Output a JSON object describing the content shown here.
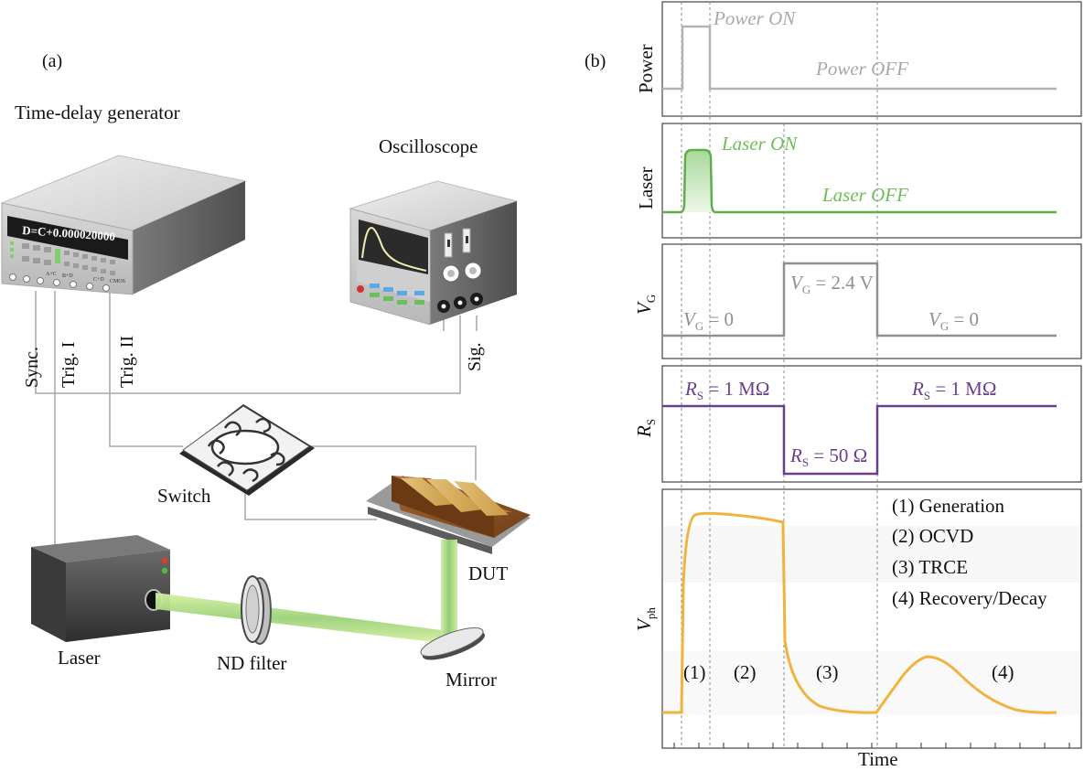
{
  "panel_a": {
    "label": "(a)",
    "tdg": {
      "title": "Time-delay generator",
      "display": "D=C+0.000020000",
      "small_labels": [
        "A+C",
        "B+D",
        "C+D",
        "CMOS"
      ]
    },
    "osc_title": "Oscilloscope",
    "ports": {
      "sync": "Sync.",
      "trig1": "Trig. I",
      "trig2": "Trig. II",
      "sig": "Sig."
    },
    "components": {
      "switch": "Switch",
      "dut": "DUT",
      "laser": "Laser",
      "nd_filter": "ND filter",
      "mirror": "Mirror"
    }
  },
  "panel_b": {
    "label": "(b)",
    "power": {
      "ylabel": "Power",
      "on": "Power ON",
      "off": "Power OFF",
      "color": "#b3b3b3"
    },
    "laser": {
      "ylabel": "Laser",
      "on": "Laser ON",
      "off": "Laser OFF",
      "color": "#5fae4e"
    },
    "vg": {
      "ylabel": "V",
      "ylabel_sub": "G",
      "color": "#8f8f8f",
      "left": {
        "sym": "V",
        "sub": "G",
        "val": " = 0"
      },
      "mid": {
        "sym": "V",
        "sub": "G",
        "val": " = 2.4 V"
      },
      "right": {
        "sym": "V",
        "sub": "G",
        "val": " = 0"
      }
    },
    "rs": {
      "ylabel": "R",
      "ylabel_sub": "S",
      "color": "#6b3d8e",
      "left": {
        "sym": "R",
        "sub": "S",
        "val": " = 1 MΩ"
      },
      "mid": {
        "sym": "R",
        "sub": "S",
        "val": " = 50 Ω"
      },
      "right": {
        "sym": "R",
        "sub": "S",
        "val": " = 1 MΩ"
      }
    },
    "vph": {
      "ylabel": "V",
      "ylabel_sub": "ph",
      "color": "#f0b43e",
      "legend": [
        "(1) Generation",
        "(2) OCVD",
        "(3) TRCE",
        "(4) Recovery/Decay"
      ],
      "phases": [
        "(1)",
        "(2)",
        "(3)",
        "(4)"
      ]
    },
    "xlabel": "Time"
  }
}
